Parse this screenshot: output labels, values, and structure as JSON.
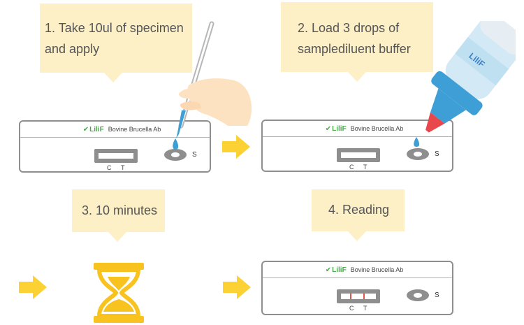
{
  "steps": [
    {
      "line1": "1. Take 10ul of specimen",
      "line2": "and apply"
    },
    {
      "line1": "2. Load 3 drops of",
      "line2": "samplediluent buffer"
    },
    {
      "line1": "3. 10 minutes"
    },
    {
      "line1": "4. Reading"
    }
  ],
  "cassette": {
    "brand": "LiliF",
    "product": "Bovine Brucella Ab",
    "c_label": "C",
    "t_label": "T",
    "s_label": "S"
  },
  "bottle_brand": "LiliF",
  "colors": {
    "bubble": "#fdf0c6",
    "arrow": "#fbd133",
    "hourglass": "#f8c31f",
    "drop": "#3e9fd6",
    "test_line": "#e2534d",
    "bottle_tip": "#e8474c"
  },
  "icons": [
    "arrow-right-icon",
    "hourglass-icon",
    "pipette-icon",
    "dropper-bottle-icon",
    "hand-icon"
  ]
}
